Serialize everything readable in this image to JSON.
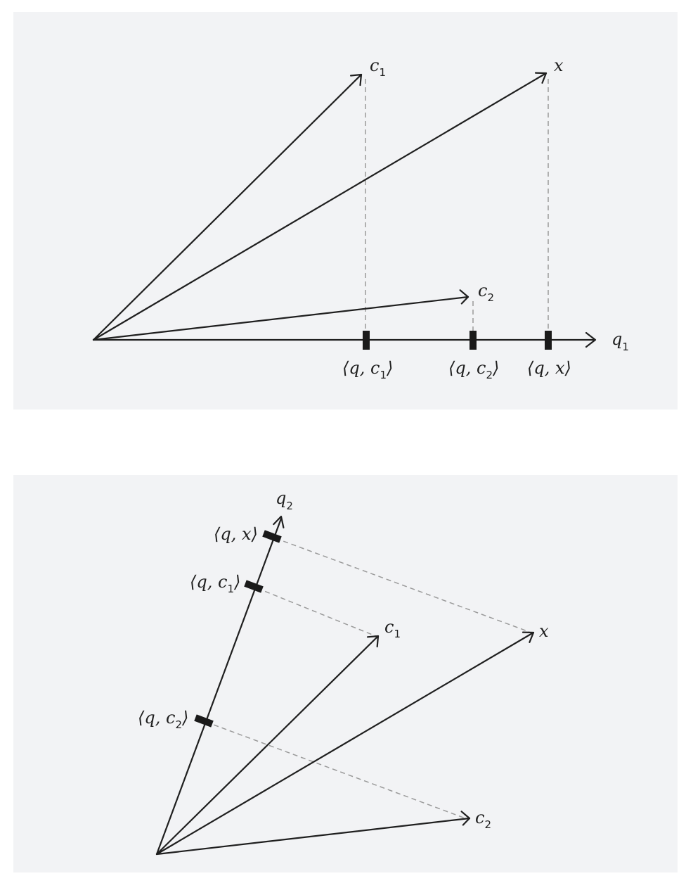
{
  "top": {
    "axis_label": "q",
    "axis_sub": "1",
    "vectors": [
      {
        "id": "c1",
        "label": "c",
        "sub": "1"
      },
      {
        "id": "x",
        "label": "x",
        "sub": ""
      },
      {
        "id": "c2",
        "label": "c",
        "sub": "2"
      }
    ],
    "ticks": [
      {
        "id": "qc1",
        "open": "⟨",
        "var": "q, c",
        "sub": "1",
        "close": "⟩"
      },
      {
        "id": "qc2",
        "open": "⟨",
        "var": "q, c",
        "sub": "2",
        "close": "⟩"
      },
      {
        "id": "qx",
        "open": "⟨",
        "var": "q, x",
        "sub": "",
        "close": "⟩"
      }
    ]
  },
  "bottom": {
    "axis_label": "q",
    "axis_sub": "2",
    "vectors": [
      {
        "id": "c1",
        "label": "c",
        "sub": "1"
      },
      {
        "id": "x",
        "label": "x",
        "sub": ""
      },
      {
        "id": "c2",
        "label": "c",
        "sub": "2"
      }
    ],
    "ticks": [
      {
        "id": "qx",
        "open": "⟨",
        "var": "q, x",
        "sub": "",
        "close": "⟩"
      },
      {
        "id": "qc1",
        "open": "⟨",
        "var": "q, c",
        "sub": "1",
        "close": "⟩"
      },
      {
        "id": "qc2",
        "open": "⟨",
        "var": "q, c",
        "sub": "2",
        "close": "⟩"
      }
    ]
  }
}
